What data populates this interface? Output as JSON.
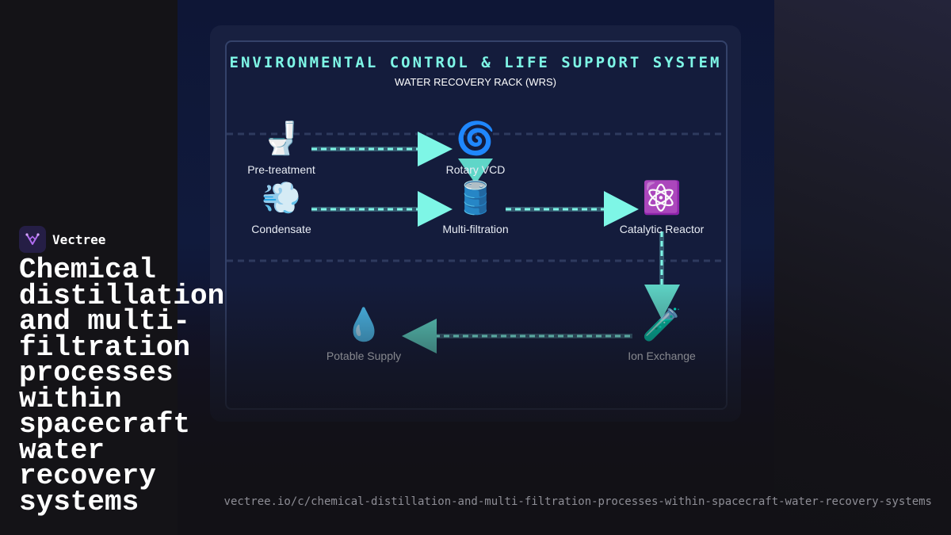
{
  "brand": {
    "name": "Vectree"
  },
  "headline": "Chemical\ndistillation\nand multi-\nfiltration\nprocesses\nwithin\nspacecraft\nwater\nrecovery\nsystems",
  "url": "vectree.io/c/chemical-distillation-and-multi-filtration-processes-within-spacecraft-water-recovery-systems",
  "diagram": {
    "title": "ENVIRONMENTAL CONTROL & LIFE SUPPORT SYSTEM",
    "subtitle": "WATER RECOVERY RACK (WRS)",
    "accent_color": "#7ef6e6",
    "nodes": [
      {
        "id": "pretreatment",
        "label": "Pre-treatment",
        "icon": "toilet-icon",
        "glyph": "🚽"
      },
      {
        "id": "vcd",
        "label": "Rotary VCD",
        "icon": "cyclone-icon",
        "glyph": "🌀"
      },
      {
        "id": "condensate",
        "label": "Condensate",
        "icon": "steam-icon",
        "glyph": "💨"
      },
      {
        "id": "filtration",
        "label": "Multi-filtration",
        "icon": "barrel-icon",
        "glyph": "🛢️"
      },
      {
        "id": "reactor",
        "label": "Catalytic Reactor",
        "icon": "atom-icon",
        "glyph": "⚛️"
      },
      {
        "id": "ionexchange",
        "label": "Ion Exchange",
        "icon": "test-tube-icon",
        "glyph": "🧪"
      },
      {
        "id": "potable",
        "label": "Potable Supply",
        "icon": "droplet-icon",
        "glyph": "💧"
      }
    ],
    "edges": [
      {
        "from": "pretreatment",
        "to": "vcd"
      },
      {
        "from": "vcd",
        "to": "filtration"
      },
      {
        "from": "condensate",
        "to": "filtration"
      },
      {
        "from": "filtration",
        "to": "reactor"
      },
      {
        "from": "reactor",
        "to": "ionexchange"
      },
      {
        "from": "ionexchange",
        "to": "potable"
      }
    ]
  }
}
